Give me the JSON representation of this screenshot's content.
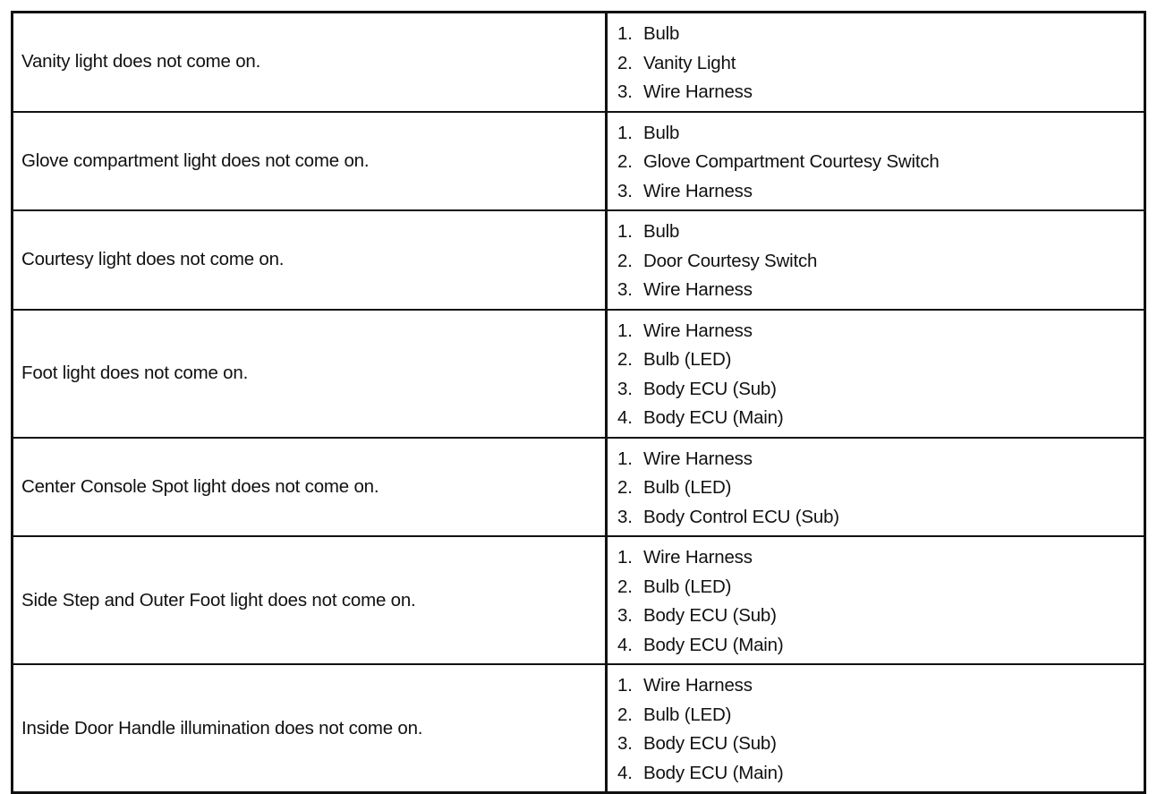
{
  "table": {
    "rows": [
      {
        "symptom": "Vanity light does not come on.",
        "parts": [
          {
            "num": "1.",
            "text": "Bulb"
          },
          {
            "num": "2.",
            "text": "Vanity Light"
          },
          {
            "num": "3.",
            "text": "Wire Harness"
          }
        ]
      },
      {
        "symptom": "Glove compartment light does not come on.",
        "parts": [
          {
            "num": "1.",
            "text": "Bulb"
          },
          {
            "num": "2.",
            "text": "Glove Compartment Courtesy Switch"
          },
          {
            "num": "3.",
            "text": "Wire Harness"
          }
        ]
      },
      {
        "symptom": "Courtesy light does not come on.",
        "parts": [
          {
            "num": "1.",
            "text": "Bulb"
          },
          {
            "num": "2.",
            "text": "Door Courtesy Switch"
          },
          {
            "num": "3.",
            "text": "Wire Harness"
          }
        ]
      },
      {
        "symptom": "Foot light does not come on.",
        "parts": [
          {
            "num": "1.",
            "text": "Wire Harness"
          },
          {
            "num": "2.",
            "text": "Bulb (LED)"
          },
          {
            "num": "3.",
            "text": "Body ECU (Sub)"
          },
          {
            "num": "4.",
            "text": "Body ECU (Main)"
          }
        ]
      },
      {
        "symptom": "Center Console Spot light does not come on.",
        "parts": [
          {
            "num": "1.",
            "text": "Wire Harness"
          },
          {
            "num": "2.",
            "text": "Bulb (LED)"
          },
          {
            "num": "3.",
            "text": "Body Control ECU (Sub)"
          }
        ]
      },
      {
        "symptom": "Side Step and Outer Foot light does not come on.",
        "parts": [
          {
            "num": "1.",
            "text": "Wire Harness"
          },
          {
            "num": "2.",
            "text": "Bulb (LED)"
          },
          {
            "num": "3.",
            "text": "Body ECU (Sub)"
          },
          {
            "num": "4.",
            "text": "Body ECU (Main)"
          }
        ]
      },
      {
        "symptom": "Inside Door Handle illumination does not come on.",
        "parts": [
          {
            "num": "1.",
            "text": "Wire Harness"
          },
          {
            "num": "2.",
            "text": "Bulb (LED)"
          },
          {
            "num": "3.",
            "text": "Body ECU (Sub)"
          },
          {
            "num": "4.",
            "text": "Body ECU (Main)"
          }
        ]
      }
    ]
  }
}
